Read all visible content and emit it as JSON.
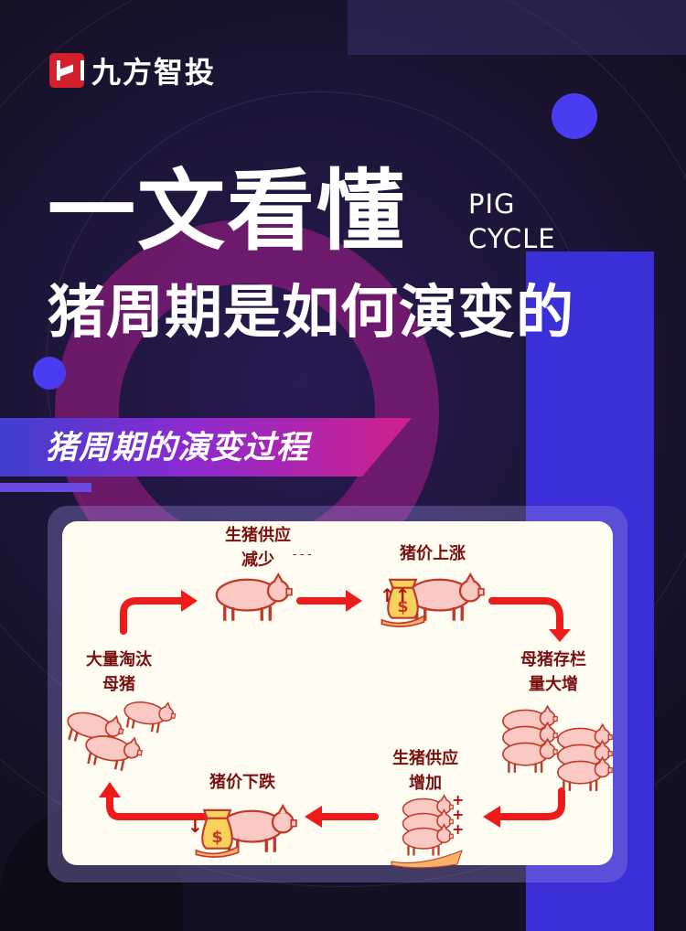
{
  "brand": {
    "name": "九方智投"
  },
  "header": {
    "title": "一文看懂",
    "tag_line1": "PIG",
    "tag_line2": "CYCLE",
    "subtitle": "猪周期是如何演变的"
  },
  "section": {
    "banner": "猪周期的演变过程"
  },
  "diagram": {
    "steps": [
      {
        "line1": "生猪供应",
        "line2": "减少"
      },
      {
        "line1": "猪价上涨",
        "line2": ""
      },
      {
        "line1": "母猪存栏",
        "line2": "量大增"
      },
      {
        "line1": "生猪供应",
        "line2": "增加"
      },
      {
        "line1": "猪价下跌",
        "line2": ""
      },
      {
        "line1": "大量淘汰",
        "line2": "母猪"
      }
    ],
    "arrow_color": "#ee1b1b",
    "pig_color": "#fbc9c3"
  }
}
